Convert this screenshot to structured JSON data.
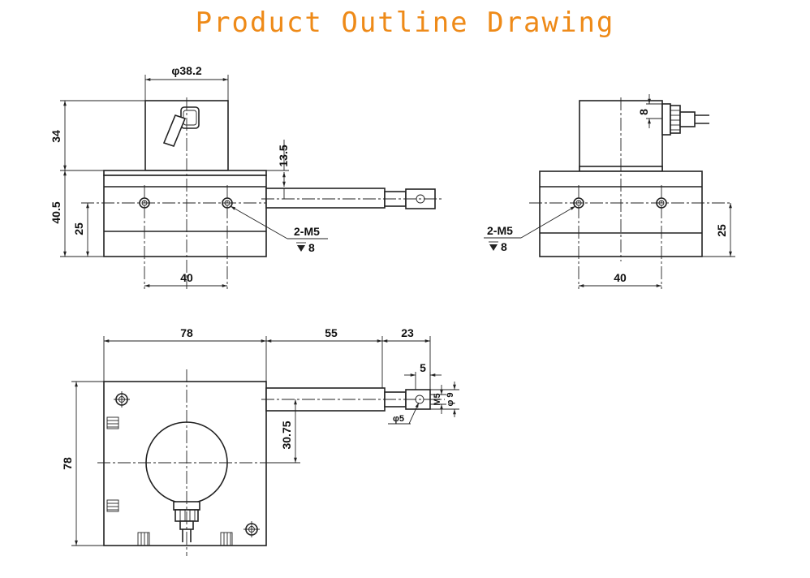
{
  "title": "Product Outline Drawing",
  "colors": {
    "title": "#ee8a18",
    "lines": "#222222"
  },
  "front_view": {
    "dia_housing": "φ38.2",
    "housing_height": "34",
    "body_height": "40.5",
    "hole_height": "25",
    "rod_offset": "13.5",
    "hole_spacing": "40",
    "thread_label": "2-M5",
    "thread_depth": "8"
  },
  "side_view": {
    "connector_offset": "8",
    "thread_label": "2-M5",
    "thread_depth": "8",
    "hole_height": "25",
    "hole_spacing": "40"
  },
  "top_view": {
    "width": "78",
    "stroke": "55",
    "end_length": "23",
    "end_slot": "5",
    "thread": "M5",
    "end_dia": "φ 9",
    "pin_dia": "φ5",
    "rod_offset": "30.75",
    "height": "78"
  },
  "icons": [
    "depth-symbol-icon"
  ]
}
